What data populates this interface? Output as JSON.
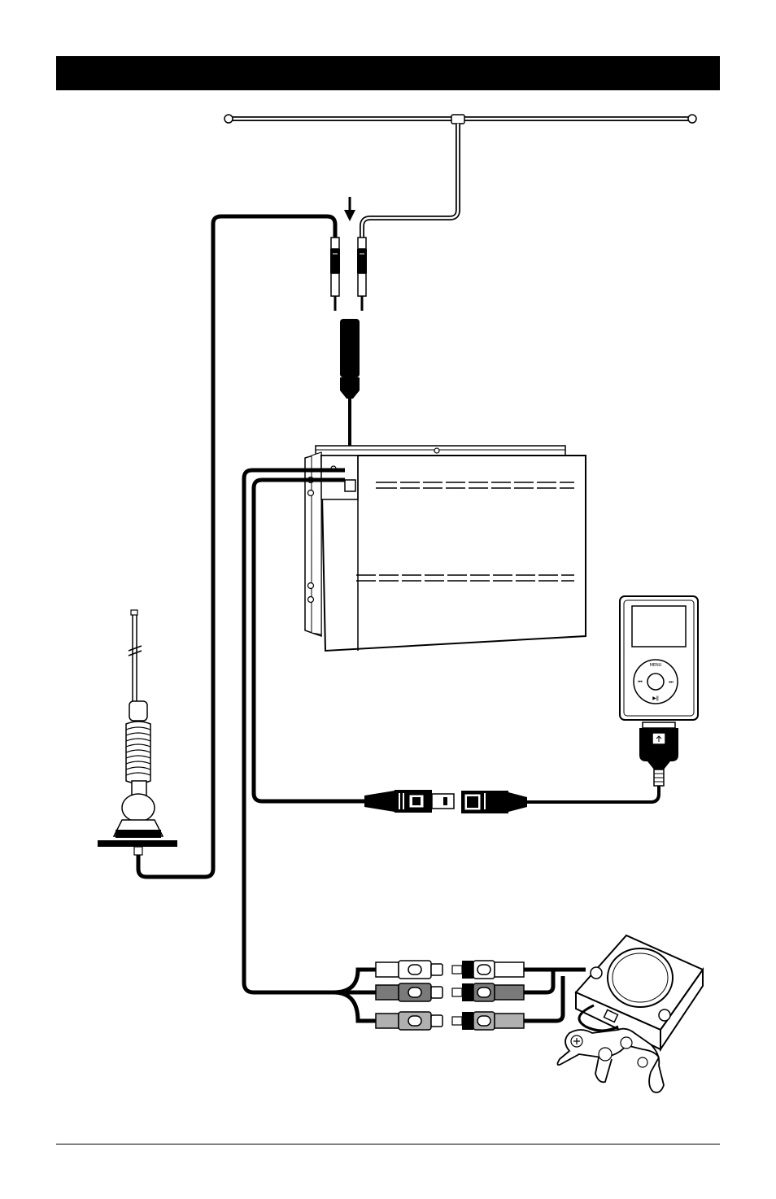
{
  "header": {
    "title": ""
  },
  "footer": {
    "text": ""
  },
  "components": {
    "fm_dipole_antenna": "fm-dipole-antenna",
    "antenna_plugs": "antenna-plugs",
    "antenna_adapter": "antenna-adapter",
    "head_unit": "head-unit",
    "car_antenna": "car-antenna",
    "ipod": "ipod",
    "ipod_cable": "ipod-cable",
    "rca_cables": "rca-av-cables",
    "game_console": "game-console",
    "game_controller": "game-controller"
  },
  "rca_colors": {
    "video": "#ffffff",
    "audio_left": "#7a7a7a",
    "audio_right": "#b0b0b0"
  }
}
